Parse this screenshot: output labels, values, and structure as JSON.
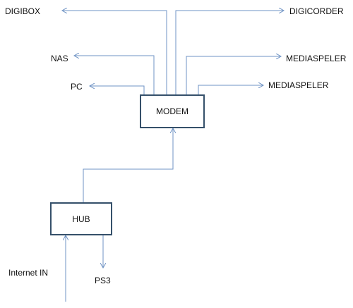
{
  "diagram": {
    "nodes": {
      "modem": "MODEM",
      "hub": "HUB"
    },
    "labels": {
      "digibox": "DIGIBOX",
      "digicorder": "DIGICORDER",
      "nas": "NAS",
      "mediaspeler_1": "MEDIASPELER",
      "pc": "PC",
      "mediaspeler_2": "MEDIASPELER",
      "internet_in": "Internet IN",
      "ps3": "PS3"
    },
    "edges": [
      {
        "from": "MODEM",
        "to": "DIGIBOX"
      },
      {
        "from": "MODEM",
        "to": "DIGICORDER"
      },
      {
        "from": "MODEM",
        "to": "NAS"
      },
      {
        "from": "MODEM",
        "to": "MEDIASPELER"
      },
      {
        "from": "MODEM",
        "to": "PC"
      },
      {
        "from": "MODEM",
        "to": "MEDIASPELER"
      },
      {
        "from": "HUB",
        "to": "MODEM"
      },
      {
        "from": "Internet IN",
        "to": "HUB"
      },
      {
        "from": "HUB",
        "to": "PS3"
      }
    ]
  },
  "colors": {
    "connector": "#6f93c4",
    "box_border": "#35506a",
    "text": "#111111"
  }
}
